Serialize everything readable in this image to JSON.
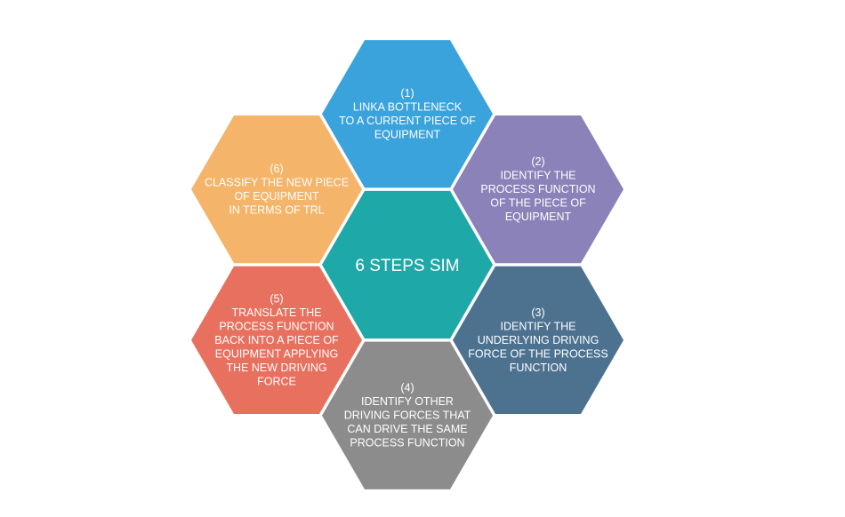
{
  "center": {
    "label": "6 STEPS SIM",
    "color": "#1fa8a8"
  },
  "steps": [
    {
      "number": "(1)",
      "lines": [
        "LINKA BOTTLENECK",
        "TO A CURRENT PIECE OF",
        "EQUIPMENT"
      ],
      "color": "#3aa3dc"
    },
    {
      "number": "(2)",
      "lines": [
        "IDENTIFY THE",
        "PROCESS FUNCTION",
        "OF THE PIECE OF",
        "EQUIPMENT"
      ],
      "color": "#8a82b8"
    },
    {
      "number": "(3)",
      "lines": [
        "IDENTIFY THE",
        "UNDERLYING DRIVING",
        "FORCE OF THE PROCESS",
        "FUNCTION"
      ],
      "color": "#4c7290"
    },
    {
      "number": "(4)",
      "lines": [
        "IDENTIFY OTHER",
        "DRIVING FORCES THAT",
        "CAN DRIVE THE SAME",
        "PROCESS FUNCTION"
      ],
      "color": "#8c8c8c"
    },
    {
      "number": "(5)",
      "lines": [
        "TRANSLATE THE",
        "PROCESS FUNCTION",
        "BACK INTO A PIECE OF",
        "EQUIPMENT APPLYING",
        "THE NEW DRIVING",
        "FORCE"
      ],
      "color": "#e8705e"
    },
    {
      "number": "(6)",
      "lines": [
        "CLASSIFY THE NEW PIECE",
        "OF EQUIPMENT",
        "IN TERMS OF TRL"
      ],
      "color": "#f4b56a"
    }
  ]
}
